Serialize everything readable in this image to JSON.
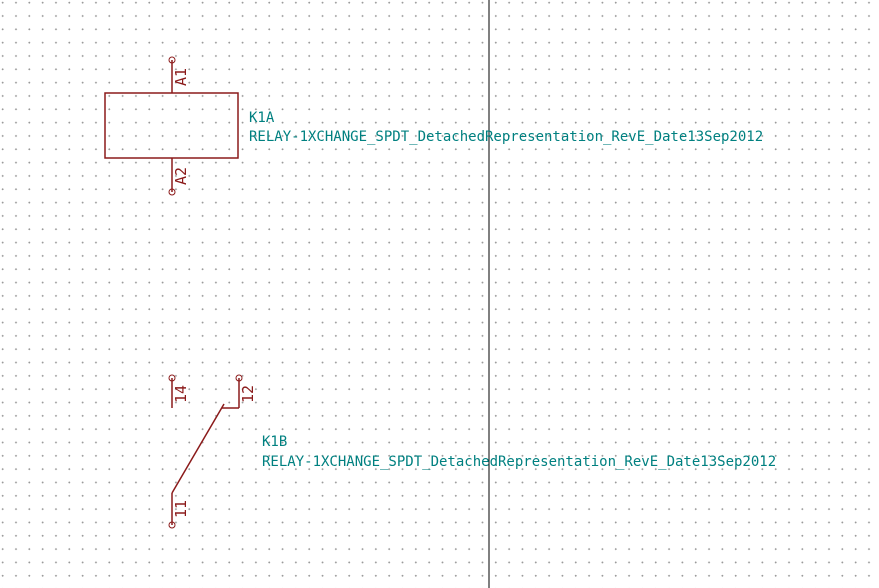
{
  "colors": {
    "symbol": "#8b1a1a",
    "field_text": "#008080",
    "cursor_line": "#000000"
  },
  "part_a": {
    "reference": "K1A",
    "value": "RELAY-1XCHANGE_SPDT_DetachedRepresentation_RevE_Date13Sep2012",
    "pins": {
      "a1": "A1",
      "a2": "A2"
    }
  },
  "part_b": {
    "reference": "K1B",
    "value": "RELAY-1XCHANGE_SPDT_DetachedRepresentation_RevE_Date13Sep2012",
    "pins": {
      "p14": "14",
      "p12": "12",
      "p11": "11"
    }
  }
}
